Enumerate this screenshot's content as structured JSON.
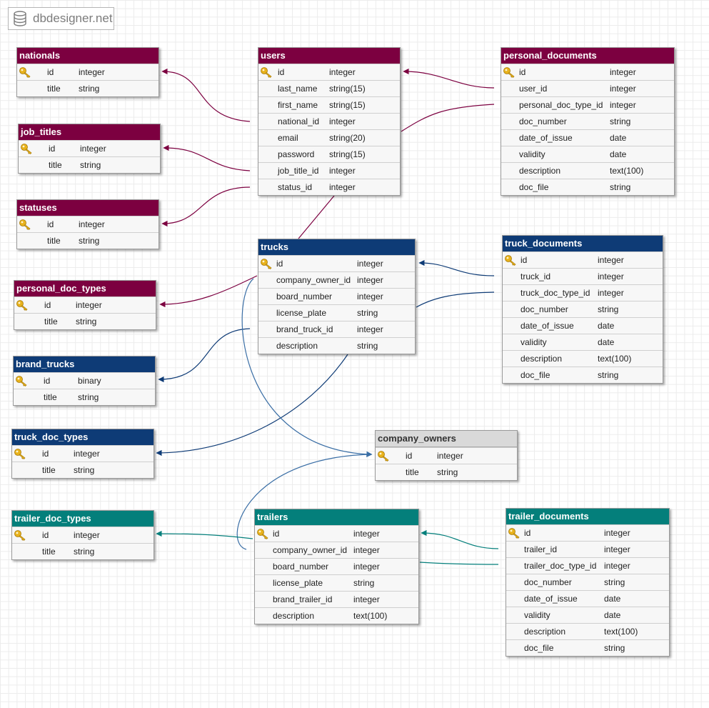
{
  "app": {
    "logo_text": "dbdesigner.net",
    "logo_icon": "database-icon"
  },
  "colors": {
    "maroon": "#7c0040",
    "navy": "#0e3b76",
    "teal": "#047f7b",
    "gray": "#d9d9d9",
    "key": "#e8b21c"
  },
  "tables": {
    "nationals": {
      "name": "nationals",
      "fields": [
        {
          "name": "id",
          "type": "integer",
          "pk": true
        },
        {
          "name": "title",
          "type": "string"
        }
      ]
    },
    "job_titles": {
      "name": "job_titles",
      "fields": [
        {
          "name": "id",
          "type": "integer",
          "pk": true
        },
        {
          "name": "title",
          "type": "string"
        }
      ]
    },
    "statuses": {
      "name": "statuses",
      "fields": [
        {
          "name": "id",
          "type": "integer",
          "pk": true
        },
        {
          "name": "title",
          "type": "string"
        }
      ]
    },
    "personal_doc_types": {
      "name": "personal_doc_types",
      "fields": [
        {
          "name": "id",
          "type": "integer",
          "pk": true
        },
        {
          "name": "title",
          "type": "string"
        }
      ]
    },
    "brand_trucks": {
      "name": "brand_trucks",
      "fields": [
        {
          "name": "id",
          "type": "binary",
          "pk": true
        },
        {
          "name": "title",
          "type": "string"
        }
      ]
    },
    "truck_doc_types": {
      "name": "truck_doc_types",
      "fields": [
        {
          "name": "id",
          "type": "integer",
          "pk": true
        },
        {
          "name": "title",
          "type": "string"
        }
      ]
    },
    "trailer_doc_types": {
      "name": "trailer_doc_types",
      "fields": [
        {
          "name": "id",
          "type": "integer",
          "pk": true
        },
        {
          "name": "title",
          "type": "string"
        }
      ]
    },
    "users": {
      "name": "users",
      "fields": [
        {
          "name": "id",
          "type": "integer",
          "pk": true
        },
        {
          "name": "last_name",
          "type": "string(15)"
        },
        {
          "name": "first_name",
          "type": "string(15)"
        },
        {
          "name": "national_id",
          "type": "integer"
        },
        {
          "name": "email",
          "type": "string(20)"
        },
        {
          "name": "password",
          "type": "string(15)"
        },
        {
          "name": "job_title_id",
          "type": "integer"
        },
        {
          "name": "status_id",
          "type": "integer"
        }
      ]
    },
    "trucks": {
      "name": "trucks",
      "fields": [
        {
          "name": "id",
          "type": "integer",
          "pk": true
        },
        {
          "name": "company_owner_id",
          "type": "integer"
        },
        {
          "name": "board_number",
          "type": "integer"
        },
        {
          "name": "license_plate",
          "type": "string"
        },
        {
          "name": "brand_truck_id",
          "type": "integer"
        },
        {
          "name": "description",
          "type": "string"
        }
      ]
    },
    "company_owners": {
      "name": "company_owners",
      "fields": [
        {
          "name": "id",
          "type": "integer",
          "pk": true
        },
        {
          "name": "title",
          "type": "string"
        }
      ]
    },
    "trailers": {
      "name": "trailers",
      "fields": [
        {
          "name": "id",
          "type": "integer",
          "pk": true
        },
        {
          "name": "company_owner_id",
          "type": "integer"
        },
        {
          "name": "board_number",
          "type": "integer"
        },
        {
          "name": "license_plate",
          "type": "string"
        },
        {
          "name": "brand_trailer_id",
          "type": "integer"
        },
        {
          "name": "description",
          "type": "text(100)"
        }
      ]
    },
    "personal_documents": {
      "name": "personal_documents",
      "fields": [
        {
          "name": "id",
          "type": "integer",
          "pk": true
        },
        {
          "name": "user_id",
          "type": "integer"
        },
        {
          "name": "personal_doc_type_id",
          "type": "integer"
        },
        {
          "name": "doc_number",
          "type": "string"
        },
        {
          "name": "date_of_issue",
          "type": "date"
        },
        {
          "name": "validity",
          "type": "date"
        },
        {
          "name": "description",
          "type": "text(100)"
        },
        {
          "name": "doc_file",
          "type": "string"
        }
      ]
    },
    "truck_documents": {
      "name": "truck_documents",
      "fields": [
        {
          "name": "id",
          "type": "integer",
          "pk": true
        },
        {
          "name": "truck_id",
          "type": "integer"
        },
        {
          "name": "truck_doc_type_id",
          "type": "integer"
        },
        {
          "name": "doc_number",
          "type": "string"
        },
        {
          "name": "date_of_issue",
          "type": "date"
        },
        {
          "name": "validity",
          "type": "date"
        },
        {
          "name": "description",
          "type": "text(100)"
        },
        {
          "name": "doc_file",
          "type": "string"
        }
      ]
    },
    "trailer_documents": {
      "name": "trailer_documents",
      "fields": [
        {
          "name": "id",
          "type": "integer",
          "pk": true
        },
        {
          "name": "trailer_id",
          "type": "integer"
        },
        {
          "name": "trailer_doc_type_id",
          "type": "integer"
        },
        {
          "name": "doc_number",
          "type": "string"
        },
        {
          "name": "date_of_issue",
          "type": "date"
        },
        {
          "name": "validity",
          "type": "date"
        },
        {
          "name": "description",
          "type": "text(100)"
        },
        {
          "name": "doc_file",
          "type": "string"
        }
      ]
    }
  }
}
